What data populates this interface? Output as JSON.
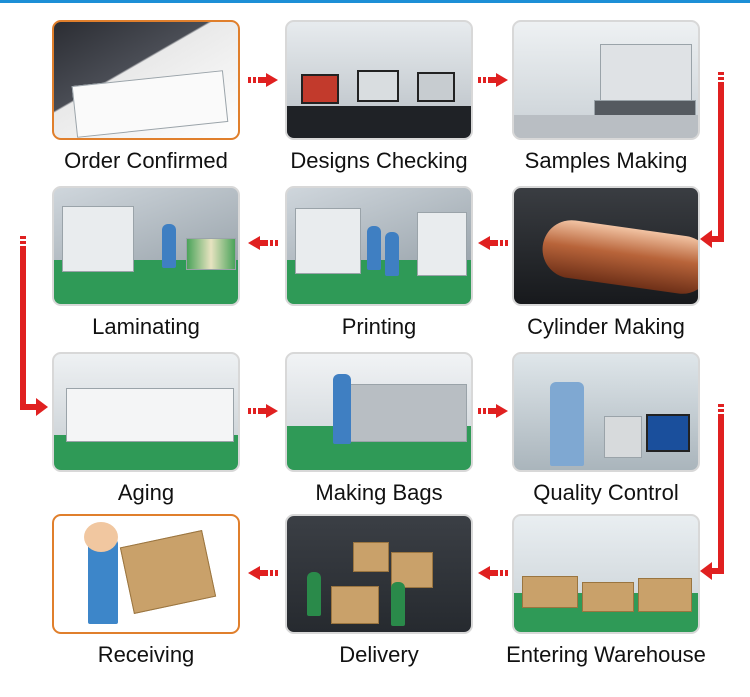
{
  "accent_color": "#e02020",
  "highlight_color": "#e07f2c",
  "steps": [
    {
      "label": "Order Confirmed",
      "icon": "document-signing-photo"
    },
    {
      "label": "Designs Checking",
      "icon": "office-computers-photo"
    },
    {
      "label": "Samples Making",
      "icon": "plotter-machine-photo"
    },
    {
      "label": "Cylinder Making",
      "icon": "copper-cylinder-photo"
    },
    {
      "label": "Printing",
      "icon": "printing-press-photo"
    },
    {
      "label": "Laminating",
      "icon": "laminating-machine-photo"
    },
    {
      "label": "Aging",
      "icon": "aging-oven-photo"
    },
    {
      "label": "Making Bags",
      "icon": "bag-making-machine-photo"
    },
    {
      "label": "Quality Control",
      "icon": "lab-inspection-photo"
    },
    {
      "label": "Entering Warehouse",
      "icon": "warehouse-pallets-photo"
    },
    {
      "label": "Delivery",
      "icon": "truck-loading-photo"
    },
    {
      "label": "Receiving",
      "icon": "courier-with-box-photo"
    }
  ]
}
